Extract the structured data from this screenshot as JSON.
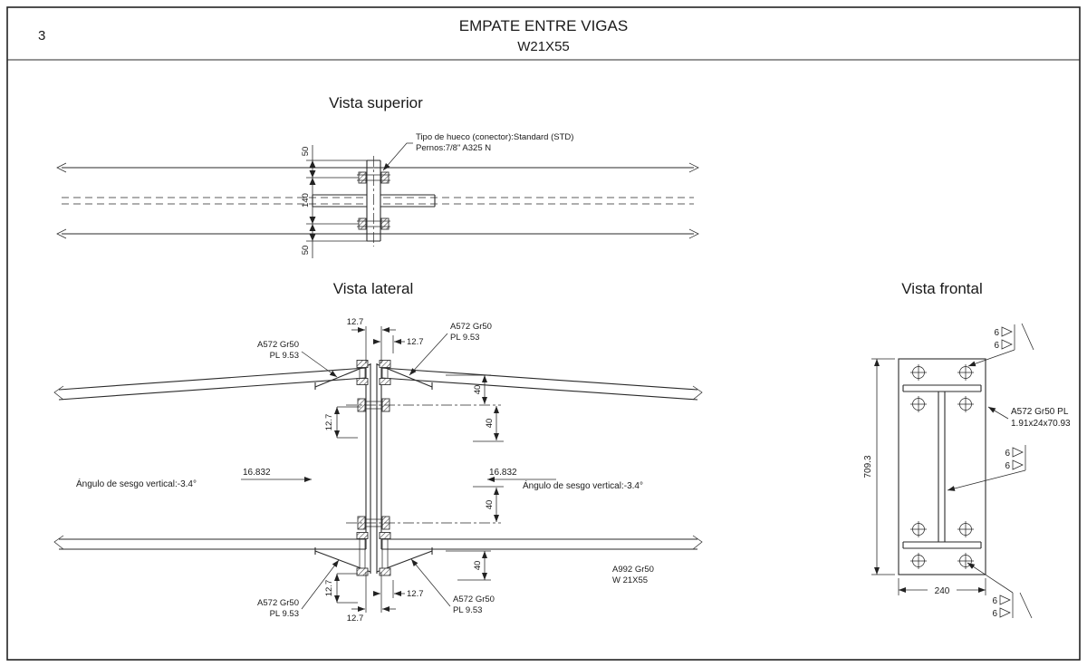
{
  "title_block": {
    "sheet_number": "3",
    "title": "EMPATE ENTRE VIGAS",
    "subtitle": "W21X55"
  },
  "top_view": {
    "label": "Vista superior",
    "note_line1": "Tipo de hueco (conector):Standard (STD)",
    "note_line2": "Pernos:7/8\" A325 N",
    "dim_edge": "50",
    "dim_gauge": "140"
  },
  "lateral_view": {
    "label": "Vista lateral",
    "dim_gap": "12.7",
    "dim_spacing": "40",
    "plate_line1": "A572 Gr50",
    "plate_line2": "PL 9.53",
    "slope_offset": "16.832",
    "slope_label": "Ángulo de sesgo vertical:-3.4°",
    "beam_line1": "A992 Gr50",
    "beam_line2": "W 21X55"
  },
  "front_view": {
    "label": "Vista frontal",
    "weld_size": "6",
    "plate_line1": "A572 Gr50 PL",
    "plate_line2": "1.91x24x70.93",
    "dim_height": "709.3",
    "dim_width": "240"
  }
}
